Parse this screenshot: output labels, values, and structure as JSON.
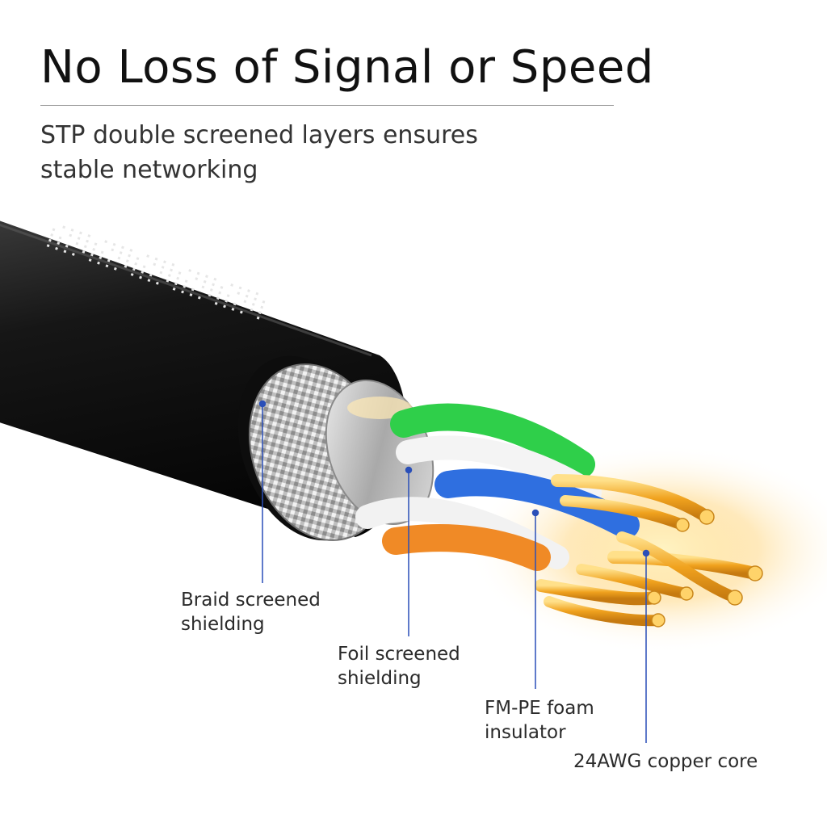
{
  "headline": "No Loss of Signal or Speed",
  "subtitle": {
    "line1": "STP double screened layers ensures",
    "line2": "stable networking"
  },
  "callouts": [
    {
      "line1": "Braid screened",
      "line2": "shielding"
    },
    {
      "line1": "Foil screened",
      "line2": "shielding"
    },
    {
      "line1": "FM-PE foam",
      "line2": "insulator"
    },
    {
      "line1": "24AWG copper core"
    }
  ],
  "colors": {
    "callout_line": "#2a4fb8",
    "jacket": "#1b1b1b",
    "pair_green": "#2fcf4a",
    "pair_blue": "#2f6fe0",
    "pair_orange": "#f08a26",
    "copper": "#f0b23a"
  }
}
